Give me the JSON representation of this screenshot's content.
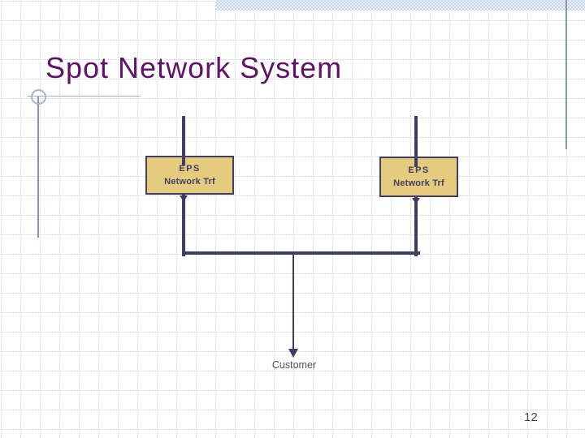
{
  "slide": {
    "title": "Spot Network System",
    "page_number": "12"
  },
  "diagram": {
    "transformers": [
      {
        "label_line1": "EPS",
        "label_line2": "Network Trf"
      },
      {
        "label_line1": "EPS",
        "label_line2": "Network Trf"
      }
    ],
    "customer_label": "Customer"
  },
  "colors": {
    "title_text": "#5f1266",
    "box_fill": "#e5cb7e",
    "box_border": "#3f3f68",
    "box_text": "#3f3f68",
    "connector": "#3e3e62",
    "label_text": "#50505f",
    "page_number_text": "#42424f",
    "ornament": "#a8b5c8",
    "ornament_strong": "#8398b6",
    "accent_band_blue": "#c6d4e7",
    "grid": "#d4d9e4"
  }
}
